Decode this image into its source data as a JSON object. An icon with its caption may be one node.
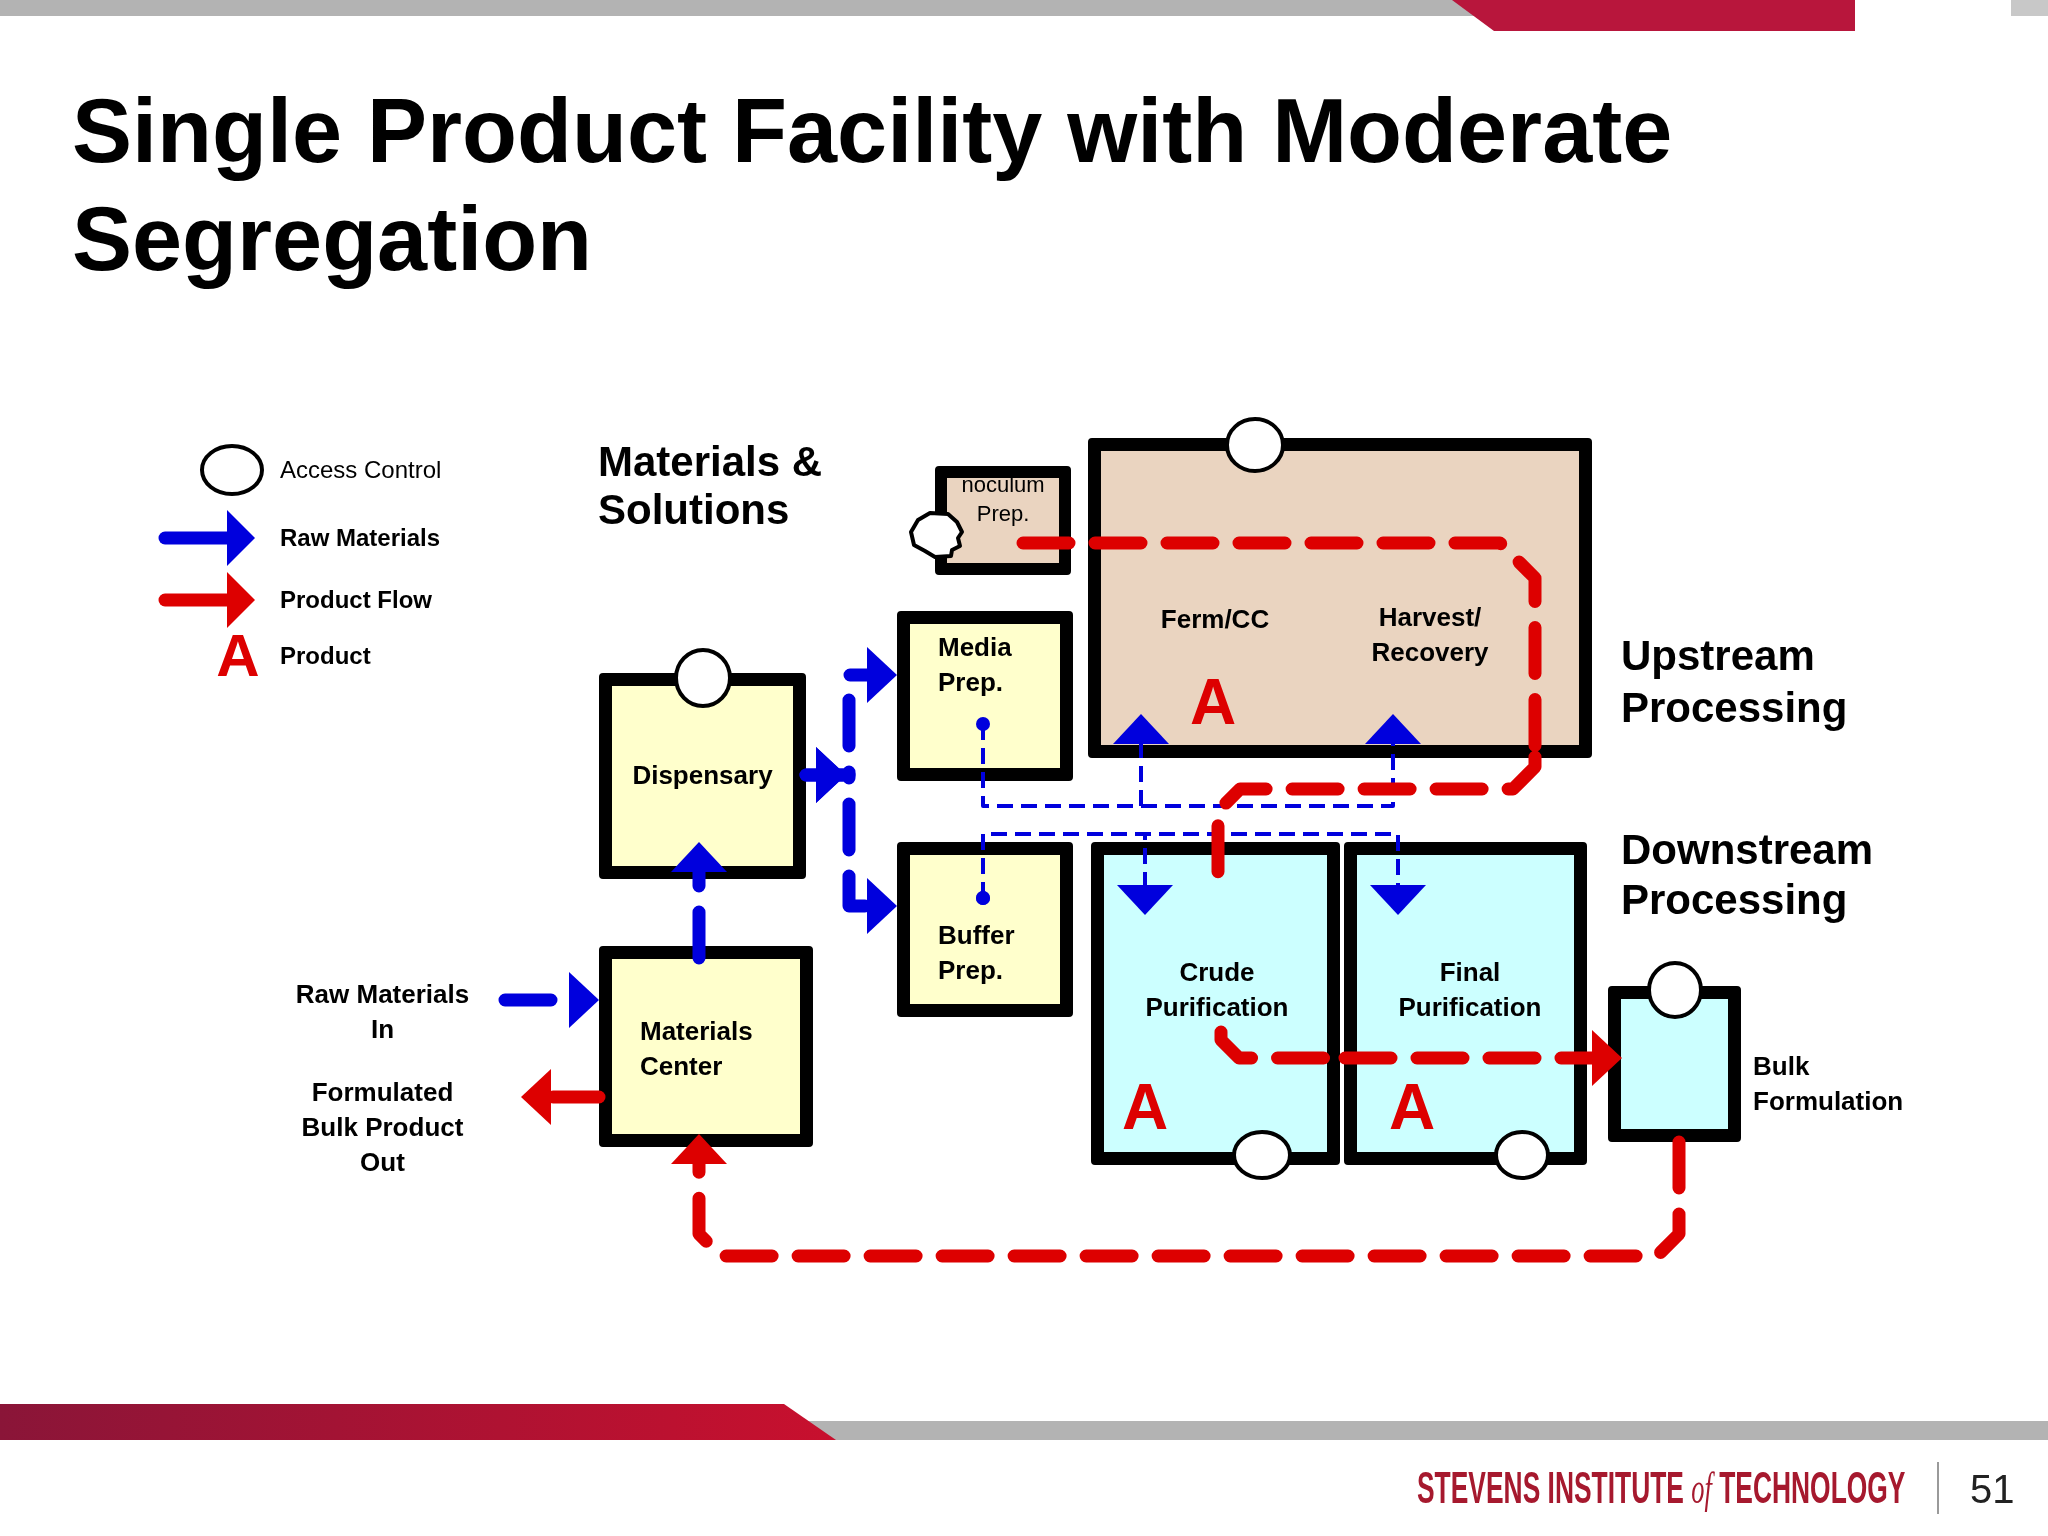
{
  "diagram": {
    "title": "Single Product Facility with Moderate Segregation",
    "nodes": [
      {
        "text": [
          "noculum Prep."
        ]
      },
      {
        "text": [
          "Ferm/CC",
          "Harvest/ Recovery",
          "A"
        ]
      },
      {
        "text": [
          "Media Prep."
        ]
      },
      {
        "text": [
          "Dispensary"
        ]
      },
      {
        "text": [
          "Buffer Prep."
        ]
      },
      {
        "text": [
          "Crude Purification",
          "A"
        ]
      },
      {
        "text": [
          "Final Purification",
          "A"
        ]
      },
      {
        "text": [
          "Materials Center"
        ]
      },
      {
        "text": [
          "Raw Materials In"
        ]
      },
      {
        "text": [
          "Bulk Formulation"
        ]
      },
      {
        "text": [
          "Formulated Bulk Product Out"
        ]
      }
    ],
    "edges": [
      {
        "from": 8,
        "to": 7,
        "arrow": "to"
      },
      {
        "from": 7,
        "to": 3,
        "arrow": "to"
      },
      {
        "from": 3,
        "to": 2,
        "arrow": "to"
      },
      {
        "from": 3,
        "to": 4,
        "arrow": "to"
      },
      {
        "from": 2,
        "to": 1,
        "arrow": "to",
        "style": "dashed"
      },
      {
        "from": 4,
        "to": 5,
        "arrow": "to",
        "style": "dashed"
      },
      {
        "from": 4,
        "to": 6,
        "arrow": "to",
        "style": "dashed"
      },
      {
        "from": 0,
        "to": 1,
        "arrow": "none",
        "color": "#dd0000"
      },
      {
        "from": 1,
        "to": 5,
        "arrow": "none",
        "color": "#dd0000"
      },
      {
        "from": 5,
        "to": 6,
        "arrow": "none",
        "color": "#dd0000"
      },
      {
        "from": 6,
        "to": 9,
        "arrow": "to",
        "color": "#dd0000"
      },
      {
        "from": 9,
        "to": 7,
        "arrow": "to",
        "color": "#dd0000"
      },
      {
        "from": 7,
        "to": 10,
        "arrow": "to",
        "color": "#dd0000"
      }
    ],
    "labels": [
      "Materials & Solutions",
      "A",
      "Upstream Processing",
      "Downstream Processing",
      "STEVENS INSTITUTE *of* TECHNOLOGY",
      "51"
    ],
    "legend": [
      {
        "text": "Access Control"
      },
      {
        "text": "Raw Materials"
      },
      {
        "text": "Product Flow"
      },
      {
        "text": "Product"
      }
    ]
  }
}
